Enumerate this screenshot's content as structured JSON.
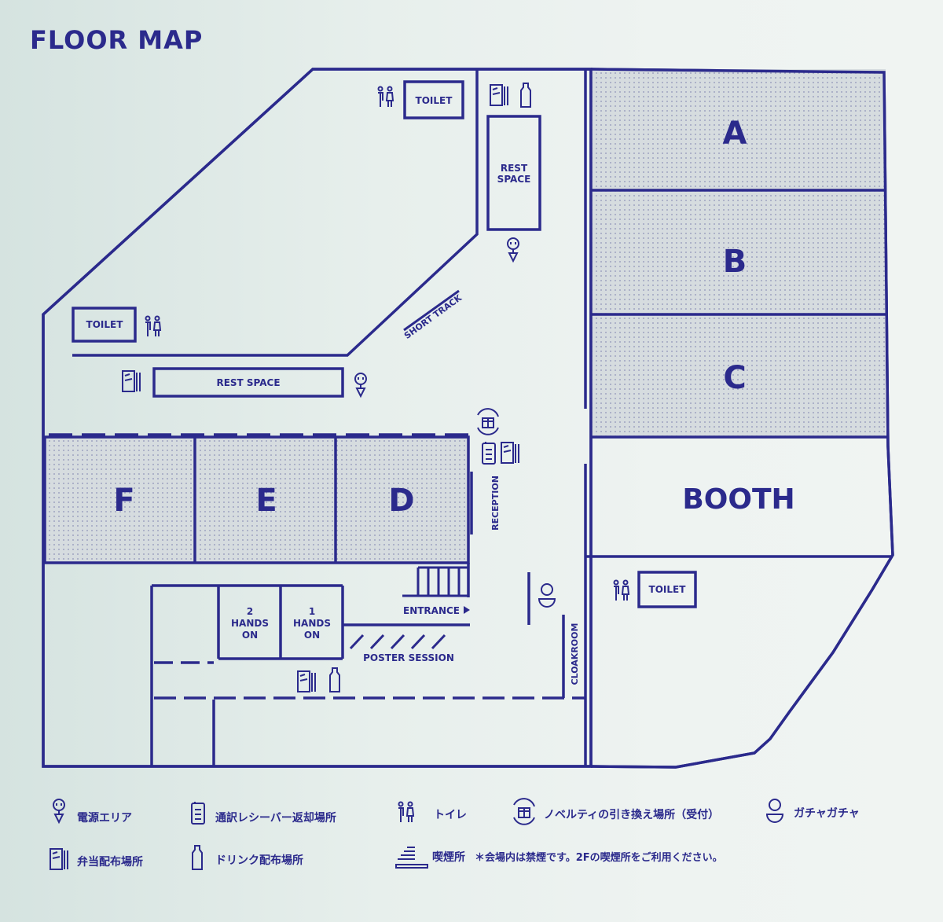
{
  "title": "FLOOR MAP",
  "colors": {
    "ink": "#2b2a8c",
    "hatch_fill": "#d9dfe1"
  },
  "rooms": {
    "toilet_top": "TOILET",
    "toilet_left": "TOILET",
    "toilet_right": "TOILET",
    "rest_space_top_line1": "REST",
    "rest_space_top_line2": "SPACE",
    "rest_space_left": "REST SPACE",
    "short_track": "SHORT TRACK",
    "reception": "RECEPTION",
    "entrance": "ENTRANCE",
    "poster_session": "POSTER SESSION",
    "cloakroom": "CLOAKROOM",
    "hands_on_2": [
      "2",
      "HANDS",
      "ON"
    ],
    "hands_on_1": [
      "1",
      "HANDS",
      "ON"
    ],
    "booth": "BOOTH",
    "zones": [
      "A",
      "B",
      "C",
      "D",
      "E",
      "F"
    ]
  },
  "legend": {
    "power": "電源エリア",
    "receiver": "通訳レシーバー返却場所",
    "toilet": "トイレ",
    "novelty": "ノベルティの引き換え場所（受付）",
    "gacha": "ガチャガチャ",
    "bento": "弁当配布場所",
    "drink": "ドリンク配布場所",
    "smoking": "喫煙所",
    "smoking_note": "＊会場内は禁煙です。2Fの喫煙所をご利用ください。"
  },
  "icons": [
    "power-icon",
    "receiver-icon",
    "toilet-icon",
    "novelty-icon",
    "gacha-icon",
    "bento-icon",
    "drink-icon",
    "smoking-icon"
  ]
}
